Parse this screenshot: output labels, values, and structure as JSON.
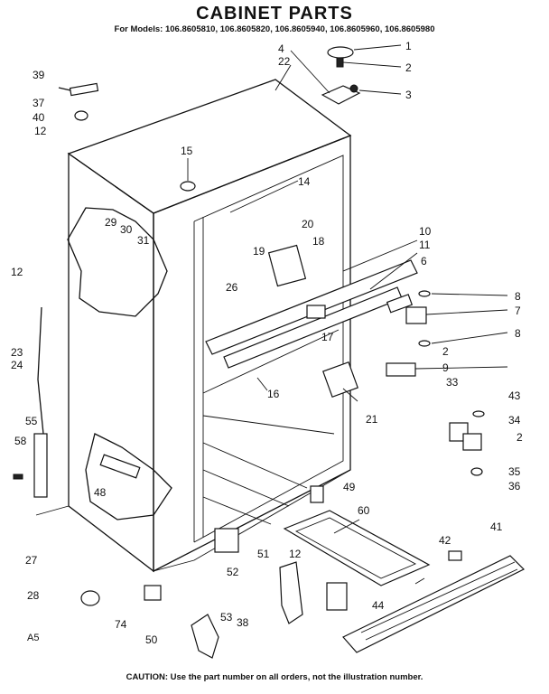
{
  "title": "CABINET PARTS",
  "models": "For Models: 106.8605810, 106.8605820, 106.8605940, 106.8605960, 106.8605980",
  "caution": "CAUTION: Use the part number on all orders, not the illustration number.",
  "page_code": "A5",
  "callouts": [
    {
      "id": "c1",
      "text": "1"
    },
    {
      "id": "c2",
      "text": "2"
    },
    {
      "id": "c3",
      "text": "3"
    },
    {
      "id": "c4",
      "text": "4"
    },
    {
      "id": "c22",
      "text": "22"
    },
    {
      "id": "c39",
      "text": "39"
    },
    {
      "id": "c37",
      "text": "37"
    },
    {
      "id": "c40",
      "text": "40"
    },
    {
      "id": "c12a",
      "text": "12"
    },
    {
      "id": "c15",
      "text": "15"
    },
    {
      "id": "c14",
      "text": "14"
    },
    {
      "id": "c29",
      "text": "29"
    },
    {
      "id": "c30",
      "text": "30"
    },
    {
      "id": "c31",
      "text": "31"
    },
    {
      "id": "c20",
      "text": "20"
    },
    {
      "id": "c19",
      "text": "19"
    },
    {
      "id": "c18",
      "text": "18"
    },
    {
      "id": "c10",
      "text": "10"
    },
    {
      "id": "c11",
      "text": "11"
    },
    {
      "id": "c6",
      "text": "6"
    },
    {
      "id": "c8a",
      "text": "8"
    },
    {
      "id": "c7",
      "text": "7"
    },
    {
      "id": "c8b",
      "text": "8"
    },
    {
      "id": "c2b",
      "text": "2"
    },
    {
      "id": "c9",
      "text": "9"
    },
    {
      "id": "c26",
      "text": "26"
    },
    {
      "id": "c17",
      "text": "17"
    },
    {
      "id": "c16",
      "text": "16"
    },
    {
      "id": "c21",
      "text": "21"
    },
    {
      "id": "c12b",
      "text": "12"
    },
    {
      "id": "c23",
      "text": "23"
    },
    {
      "id": "c24",
      "text": "24"
    },
    {
      "id": "c33",
      "text": "33"
    },
    {
      "id": "c43",
      "text": "43"
    },
    {
      "id": "c34",
      "text": "34"
    },
    {
      "id": "c2c",
      "text": "2"
    },
    {
      "id": "c35",
      "text": "35"
    },
    {
      "id": "c36",
      "text": "36"
    },
    {
      "id": "c55",
      "text": "55"
    },
    {
      "id": "c58",
      "text": "58"
    },
    {
      "id": "c48",
      "text": "48"
    },
    {
      "id": "c49",
      "text": "49"
    },
    {
      "id": "c60",
      "text": "60"
    },
    {
      "id": "c41",
      "text": "41"
    },
    {
      "id": "c42",
      "text": "42"
    },
    {
      "id": "c27",
      "text": "27"
    },
    {
      "id": "c51",
      "text": "51"
    },
    {
      "id": "c52",
      "text": "52"
    },
    {
      "id": "c12c",
      "text": "12"
    },
    {
      "id": "c28",
      "text": "28"
    },
    {
      "id": "c44",
      "text": "44"
    },
    {
      "id": "c74",
      "text": "74"
    },
    {
      "id": "c53",
      "text": "53"
    },
    {
      "id": "c50",
      "text": "50"
    },
    {
      "id": "c38",
      "text": "38"
    }
  ]
}
